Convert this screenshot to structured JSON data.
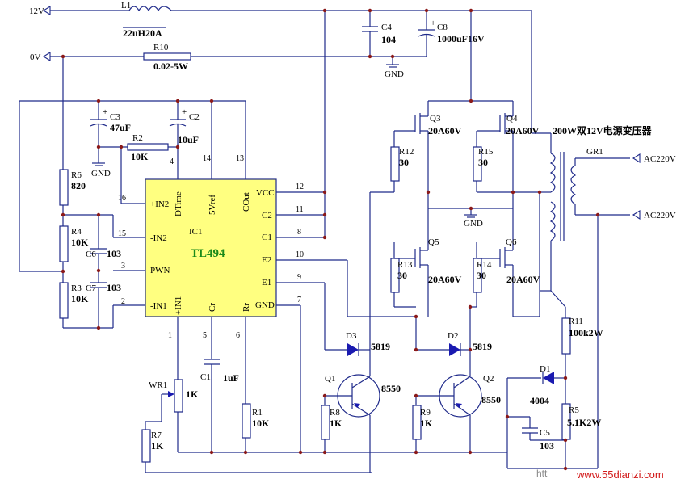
{
  "nets": {
    "v12": "12V",
    "v0": "0V",
    "gnd": "GND",
    "ac1": "AC220V",
    "ac2": "AC220V"
  },
  "ic": {
    "ref": "IC1",
    "name": "TL494",
    "pins_left": [
      {
        "num": "16",
        "name": "+IN2"
      },
      {
        "num": "15",
        "name": "-IN2"
      },
      {
        "num": "3",
        "name": "PWN"
      },
      {
        "num": "2",
        "name": "-IN1"
      }
    ],
    "pins_right": [
      {
        "num": "12",
        "name": "VCC"
      },
      {
        "num": "11",
        "name": "C2"
      },
      {
        "num": "8",
        "name": "C1"
      },
      {
        "num": "10",
        "name": "E2"
      },
      {
        "num": "9",
        "name": "E1"
      },
      {
        "num": "7",
        "name": "GND"
      }
    ],
    "pins_top": [
      {
        "num": "4",
        "name": "DTime"
      },
      {
        "num": "14",
        "name": "5Vref"
      },
      {
        "num": "13",
        "name": "COut"
      }
    ],
    "pins_bottom": [
      {
        "num": "1",
        "name": "+IN1"
      },
      {
        "num": "5",
        "name": "Cr"
      },
      {
        "num": "6",
        "name": "Rr"
      }
    ]
  },
  "components": {
    "L1": {
      "ref": "L1",
      "value": "22uH20A"
    },
    "R10": {
      "ref": "R10",
      "value": "0.02-5W"
    },
    "C4": {
      "ref": "C4",
      "value": "104"
    },
    "C8": {
      "ref": "C8",
      "value": "1000uF16V"
    },
    "C3": {
      "ref": "C3",
      "value": "47uF"
    },
    "C2": {
      "ref": "C2",
      "value": "10uF"
    },
    "R2": {
      "ref": "R2",
      "value": "10K"
    },
    "R6": {
      "ref": "R6",
      "value": "820"
    },
    "R4": {
      "ref": "R4",
      "value": "10K"
    },
    "R3": {
      "ref": "R3",
      "value": "10K"
    },
    "C6": {
      "ref": "C6",
      "value": "103"
    },
    "C7": {
      "ref": "C7",
      "value": "103"
    },
    "WR1": {
      "ref": "WR1",
      "value": "1K"
    },
    "R7": {
      "ref": "R7",
      "value": "1K"
    },
    "C1": {
      "ref": "C1",
      "value": "1uF"
    },
    "R1": {
      "ref": "R1",
      "value": "10K"
    },
    "Q3": {
      "ref": "Q3",
      "value": "20A60V"
    },
    "Q4": {
      "ref": "Q4",
      "value": "20A60V"
    },
    "Q5": {
      "ref": "Q5",
      "value": "20A60V"
    },
    "Q6": {
      "ref": "Q6",
      "value": "20A60V"
    },
    "R12": {
      "ref": "R12",
      "value": "30"
    },
    "R15": {
      "ref": "R15",
      "value": "30"
    },
    "R13": {
      "ref": "R13",
      "value": "30"
    },
    "R14": {
      "ref": "R14",
      "value": "30"
    },
    "D3": {
      "ref": "D3",
      "value": "5819"
    },
    "D2": {
      "ref": "D2",
      "value": "5819"
    },
    "Q1": {
      "ref": "Q1",
      "value": "8550"
    },
    "Q2": {
      "ref": "Q2",
      "value": "8550"
    },
    "R8": {
      "ref": "R8",
      "value": "1K"
    },
    "R9": {
      "ref": "R9",
      "value": "1K"
    },
    "D1": {
      "ref": "D1",
      "value": "4004"
    },
    "R11": {
      "ref": "R11",
      "value": "100k2W"
    },
    "R5": {
      "ref": "R5",
      "value": "5.1K2W"
    },
    "C5": {
      "ref": "C5",
      "value": "103"
    },
    "GR1": {
      "ref": "GR1",
      "value": "200W双12V电源变压器"
    }
  },
  "watermark": {
    "text": "www.55dianzi.com",
    "prefix": "htt"
  }
}
